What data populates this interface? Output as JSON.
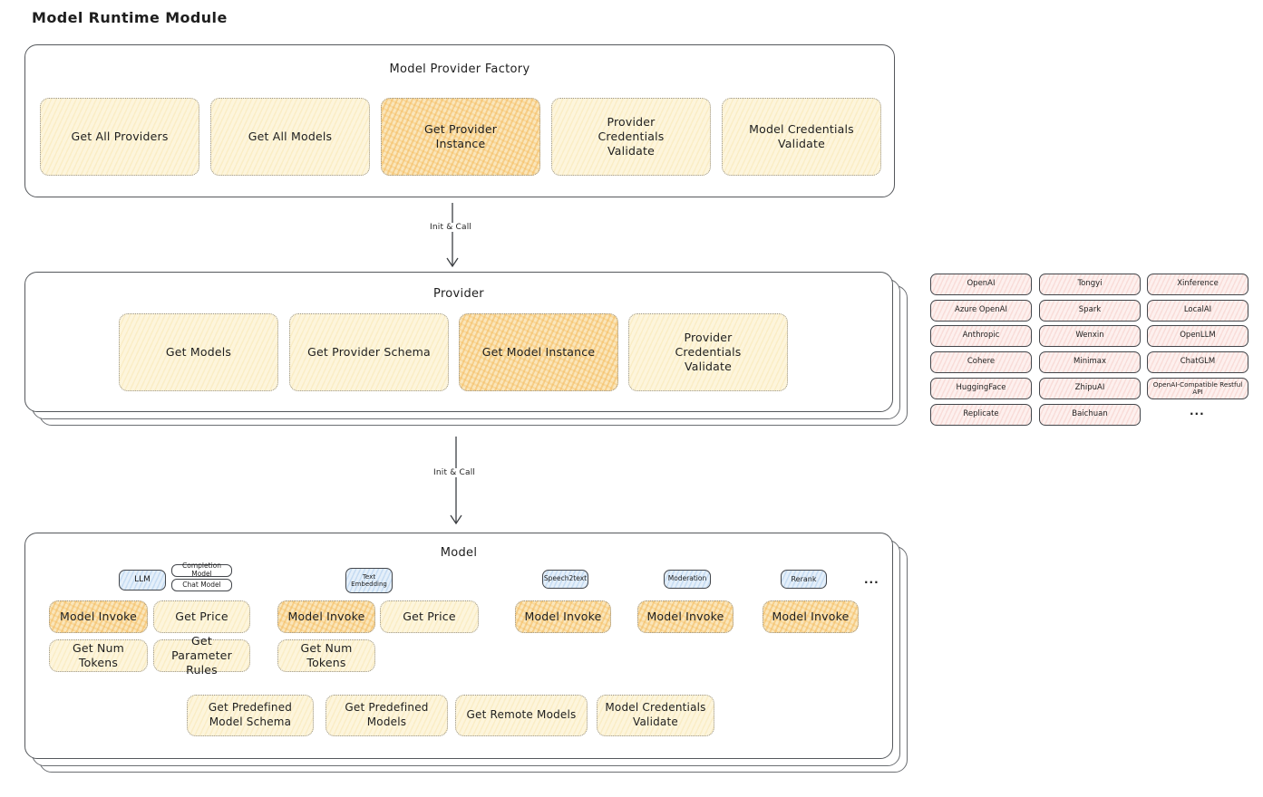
{
  "page_title": "Model Runtime Module",
  "colors": {
    "highlight_orange": "#f3b24a",
    "soft_yellow": "#fdf5dc",
    "provider_pink": "#fdf0ee",
    "category_blue": "#e4effa",
    "box_border": "#55585c"
  },
  "arrows": {
    "factory_to_provider": "Init & Call",
    "provider_to_model": "Init & Call"
  },
  "factory": {
    "title": "Model Provider Factory",
    "items": [
      {
        "label": "Get All Providers",
        "highlighted": false
      },
      {
        "label": "Get All Models",
        "highlighted": false
      },
      {
        "label": "Get Provider Instance",
        "highlighted": true
      },
      {
        "label": "Provider Credentials Validate",
        "highlighted": false
      },
      {
        "label": "Model Credentials Validate",
        "highlighted": false
      }
    ]
  },
  "provider": {
    "title": "Provider",
    "items": [
      {
        "label": "Get Models",
        "highlighted": false
      },
      {
        "label": "Get Provider Schema",
        "highlighted": false
      },
      {
        "label": "Get Model Instance",
        "highlighted": true
      },
      {
        "label": "Provider Credentials Validate",
        "highlighted": false
      }
    ]
  },
  "providers_grid": {
    "col1": [
      "OpenAI",
      "Azure OpenAI",
      "Anthropic",
      "Cohere",
      "HuggingFace",
      "Replicate"
    ],
    "col2": [
      "Tongyi",
      "Spark",
      "Wenxin",
      "Minimax",
      "ZhipuAI",
      "Baichuan"
    ],
    "col3": [
      "Xinference",
      "LocalAI",
      "OpenLLM",
      "ChatGLM",
      "OpenAI-Compatible Restful API"
    ],
    "more": "..."
  },
  "model": {
    "title": "Model",
    "tabs": {
      "llm": "LLM",
      "completion_model": "Completion Model",
      "chat_model": "Chat Model",
      "text_embedding": "Text Embedding",
      "speech2text": "Speech2text",
      "moderation": "Moderation",
      "rerank": "Rerank",
      "more": "..."
    },
    "functions": {
      "llm": [
        "Model Invoke",
        "Get Price",
        "Get Num Tokens",
        "Get Parameter Rules"
      ],
      "text_embedding": [
        "Model Invoke",
        "Get Price",
        "Get Num Tokens"
      ],
      "speech2text": [
        "Model Invoke"
      ],
      "moderation": [
        "Model Invoke"
      ],
      "rerank": [
        "Model Invoke"
      ]
    },
    "bottom_functions": [
      "Get Predefined Model Schema",
      "Get Predefined Models",
      "Get Remote Models",
      "Model Credentials Validate"
    ]
  }
}
